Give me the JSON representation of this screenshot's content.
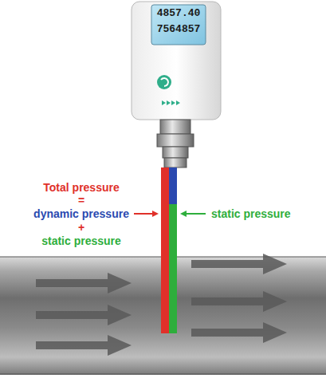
{
  "diagram": {
    "labels": [
      "4857.40",
      "7564857",
      "Total pressure",
      "=",
      "dynamic pressure",
      "+",
      "static pressure",
      "static pressure"
    ]
  }
}
